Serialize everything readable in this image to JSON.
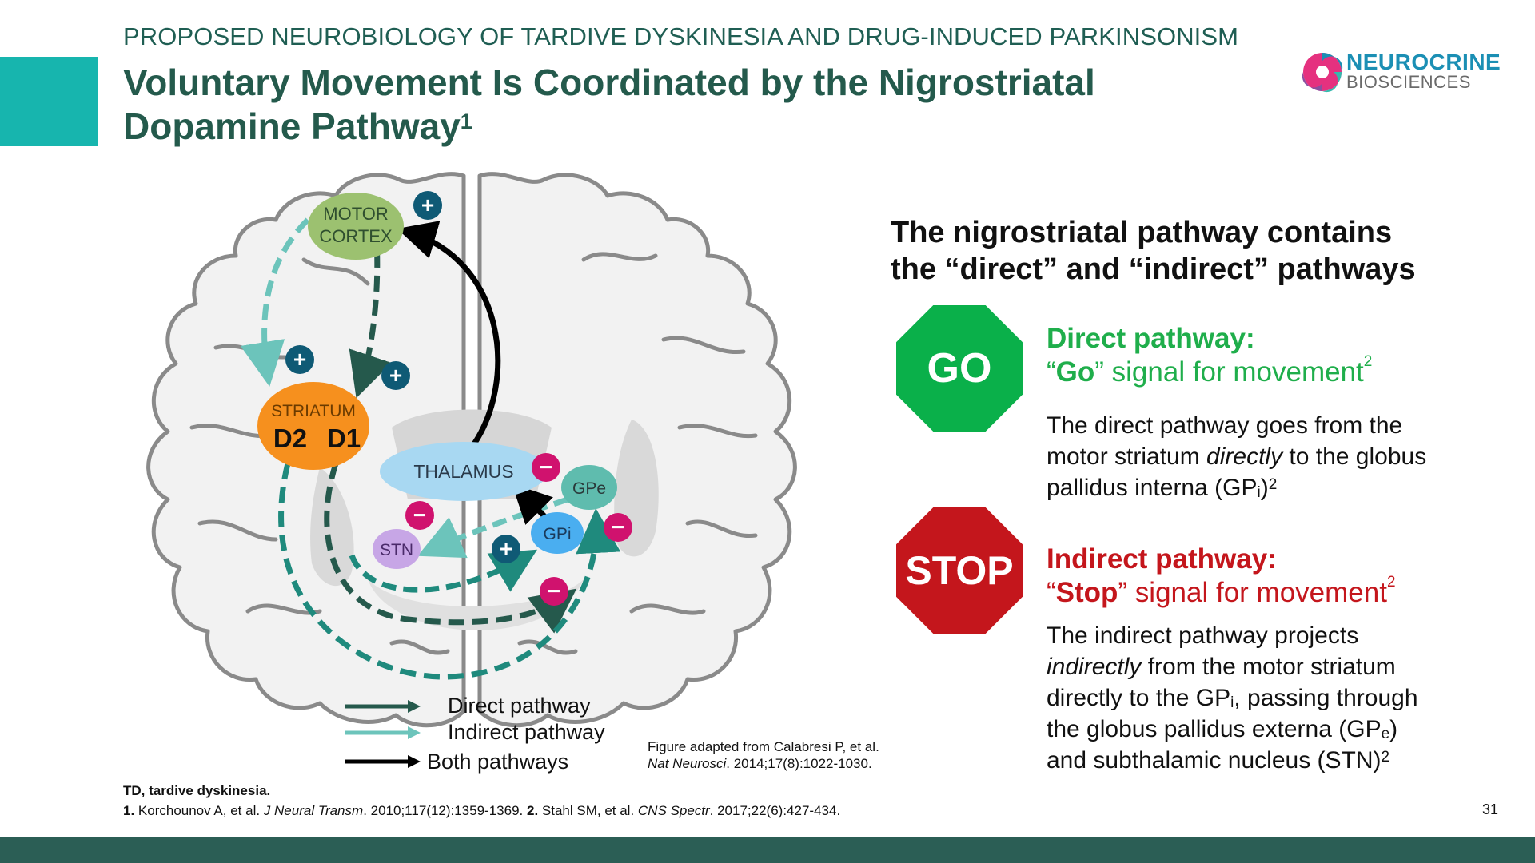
{
  "header": {
    "kicker": "PROPOSED NEUROBIOLOGY OF TARDIVE DYSKINESIA AND DRUG-INDUCED PARKINSONISM",
    "title_line1": "Voluntary Movement Is Coordinated by the Nigrostriatal",
    "title_line2": "Dopamine Pathway",
    "title_sup": "1"
  },
  "logo": {
    "line1": "NEUROCRINE",
    "line2": "BIOSCIENCES"
  },
  "colors": {
    "teal_accent": "#17b5ae",
    "title_green": "#245a4c",
    "go_green": "#0ab04a",
    "stop_red": "#c4161c",
    "footer": "#2b5e55",
    "direct_path": "#25594c",
    "indirect_path": "#6cc4bb",
    "both_path": "#000000"
  },
  "diagram": {
    "nodes": {
      "motor_cortex": [
        "MOTOR",
        "CORTEX"
      ],
      "striatum": "STRIATUM",
      "d2": "D2",
      "d1": "D1",
      "thalamus": "THALAMUS",
      "gpe": "GPe",
      "gpi": "GPi",
      "stn": "STN"
    },
    "plus_symbol": "+",
    "minus_symbol": "−",
    "legend": {
      "direct": "Direct pathway",
      "indirect": "Indirect pathway",
      "both": "Both pathways"
    }
  },
  "right": {
    "heading_line1": "The nigrostriatal pathway contains",
    "heading_line2": "the “direct” and “indirect” pathways",
    "go_sign": "GO",
    "stop_sign": "STOP",
    "direct": {
      "title": "Direct pathway:",
      "sub_open": "“",
      "sub_bold": "Go",
      "sub_rest": "” signal for movement",
      "sub_sup": "2",
      "body_line1": "The direct pathway goes from the",
      "body_line2_a": "motor striatum ",
      "body_line2_em": "directly",
      "body_line2_b": " to the globus",
      "body_line3_a": "pallidus interna (GP",
      "body_line3_sub": "i",
      "body_line3_b": ")",
      "body_line3_sup": "2"
    },
    "indirect": {
      "title": "Indirect pathway:",
      "sub_open": "“",
      "sub_bold": "Stop",
      "sub_rest": "” signal for movement",
      "sub_sup": "2",
      "body_line1": "The indirect pathway projects",
      "body_line2_em": "indirectly",
      "body_line2_b": " from the motor striatum",
      "body_line3_a": "directly to the GP",
      "body_line3_sub": "i",
      "body_line3_b": ", passing through",
      "body_line4_a": "the globus pallidus externa (GP",
      "body_line4_sub": "e",
      "body_line4_b": ")",
      "body_line5_a": "and subthalamic nucleus (STN)",
      "body_line5_sup": "2"
    }
  },
  "caption": {
    "line1": "Figure adapted from Calabresi P, et al.",
    "line2_em": "Nat Neurosci",
    "line2_rest": ". 2014;17(8):1022-1030."
  },
  "footnotes": {
    "abbreviation": "TD, tardive dyskinesia.",
    "ref1_num": "1.",
    "ref1_a": " Korchounov A, et al. ",
    "ref1_em": "J Neural Transm",
    "ref1_b": ". 2010;117(12):1359-1369. ",
    "ref2_num": "2.",
    "ref2_a": " Stahl SM, et al. ",
    "ref2_em": "CNS Spectr",
    "ref2_b": ". 2017;22(6):427-434."
  },
  "page_number": "31"
}
